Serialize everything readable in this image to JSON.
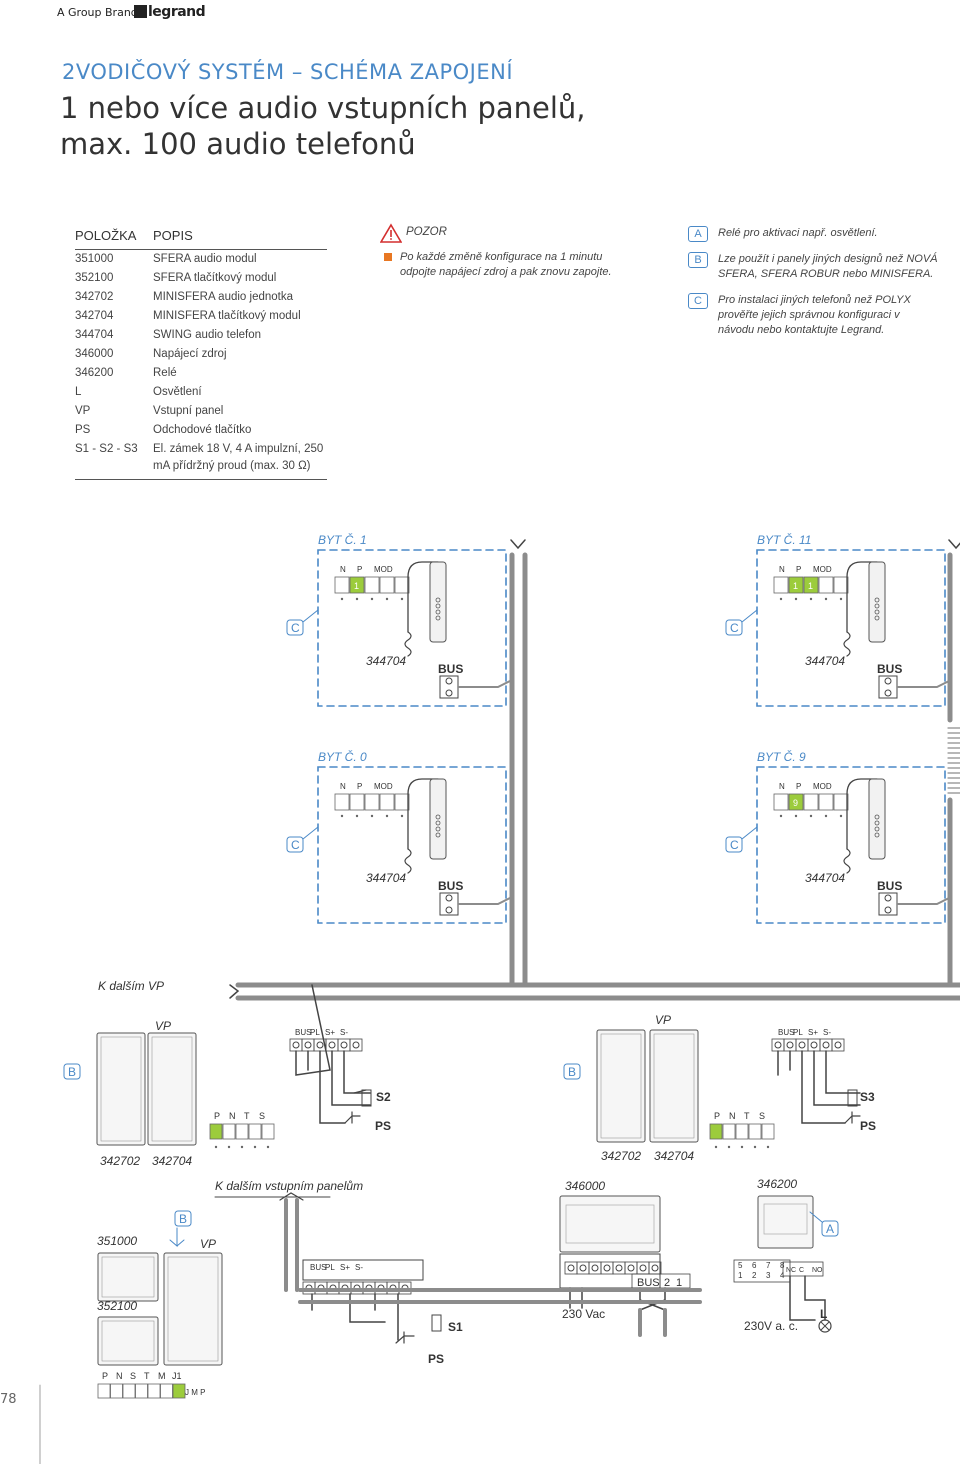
{
  "header": {
    "brand": "A Group Brand",
    "logo_text": "legrand"
  },
  "title": {
    "line1": "2VODIČOVÝ SYSTÉM – SCHÉMA ZAPOJENÍ",
    "line2": "1 nebo více audio vstupních panelů, max. 100 audio telefonů"
  },
  "table": {
    "col_item": "POLOŽKA",
    "col_desc": "POPIS",
    "rows": [
      {
        "code": "351000",
        "desc": "SFERA audio modul"
      },
      {
        "code": "352100",
        "desc": "SFERA tlačítkový modul"
      },
      {
        "code": "342702",
        "desc": "MINISFERA audio jednotka"
      },
      {
        "code": "342704",
        "desc": "MINISFERA tlačítkový modul"
      },
      {
        "code": "344704",
        "desc": "SWING audio telefon"
      },
      {
        "code": "346000",
        "desc": "Napájecí zdroj"
      },
      {
        "code": "346200",
        "desc": "Relé"
      },
      {
        "code": "L",
        "desc": "Osvětlení"
      },
      {
        "code": "VP",
        "desc": "Vstupní panel"
      },
      {
        "code": "PS",
        "desc": "Odchodové tlačítko"
      },
      {
        "code": "S1 - S2 - S3",
        "desc": "El. zámek 18 V, 4 A impulzní, 250 mA přídržný proud (max. 30 Ω)"
      }
    ]
  },
  "warning": {
    "title": "POZOR",
    "text": "Po každé změně konfigurace na 1 minutu odpojte napájecí zdroj a pak znovu zapojte."
  },
  "notes": [
    {
      "badge": "A",
      "text": "Relé pro aktivaci např. osvětlení."
    },
    {
      "badge": "B",
      "text": "Lze použít i panely jiných designů než NOVÁ SFERA, SFERA ROBUR nebo MINISFERA."
    },
    {
      "badge": "C",
      "text": "Pro instalaci jiných telefonů než POLYX prověřte jejich správnou konfiguraci v návodu nebo kontaktujte Legrand."
    }
  ],
  "diagram": {
    "apartments": [
      {
        "label": "BYT Č. 1",
        "slot_value": "1",
        "slot_value2": ""
      },
      {
        "label": "BYT Č. 11",
        "slot_value": "1",
        "slot_value2": "1"
      },
      {
        "label": "BYT Č. 0",
        "slot_value": "",
        "slot_value2": ""
      },
      {
        "label": "BYT Č. 9",
        "slot_value": "9",
        "slot_value2": ""
      }
    ],
    "config_headers": {
      "n": "N",
      "p": "P",
      "mod": "MOD"
    },
    "phone_code": "344704",
    "bus_label": "BUS",
    "note_c": "C",
    "note_b": "B",
    "note_a": "A",
    "to_next_vp": "K dalším VP",
    "to_next_panels": "K dalším vstupním panelům",
    "vp": "VP",
    "terminals_top": [
      "BUS",
      "PL",
      "S+",
      "S-"
    ],
    "terminals_cfg": [
      "P",
      "N",
      "T",
      "S"
    ],
    "s2": "S2",
    "s3": "S3",
    "s1": "S1",
    "ps": "PS",
    "codes": {
      "c342702": "342702",
      "c342704": "342704",
      "c351000": "351000",
      "c352100": "352100",
      "c346000": "346000",
      "c346200": "346200"
    },
    "supply_terminals": [
      "BUS",
      "2",
      "1"
    ],
    "supply_voltage": "230 Vac",
    "relay_terminals_top": [
      "5",
      "6",
      "7",
      "8"
    ],
    "relay_terminals_bottom": [
      "1",
      "2",
      "3",
      "4"
    ],
    "relay_outputs": [
      "NC",
      "C",
      "NO"
    ],
    "relay_voltage": "230V a. c.",
    "lamp": "L",
    "bottom_terminals": [
      "P",
      "N",
      "S",
      "T",
      "M",
      "J1"
    ],
    "bottom_terminal_row2": [
      "BUS",
      "PL",
      "S+",
      "S-"
    ],
    "jmp": "J M P"
  },
  "page_number": "78"
}
